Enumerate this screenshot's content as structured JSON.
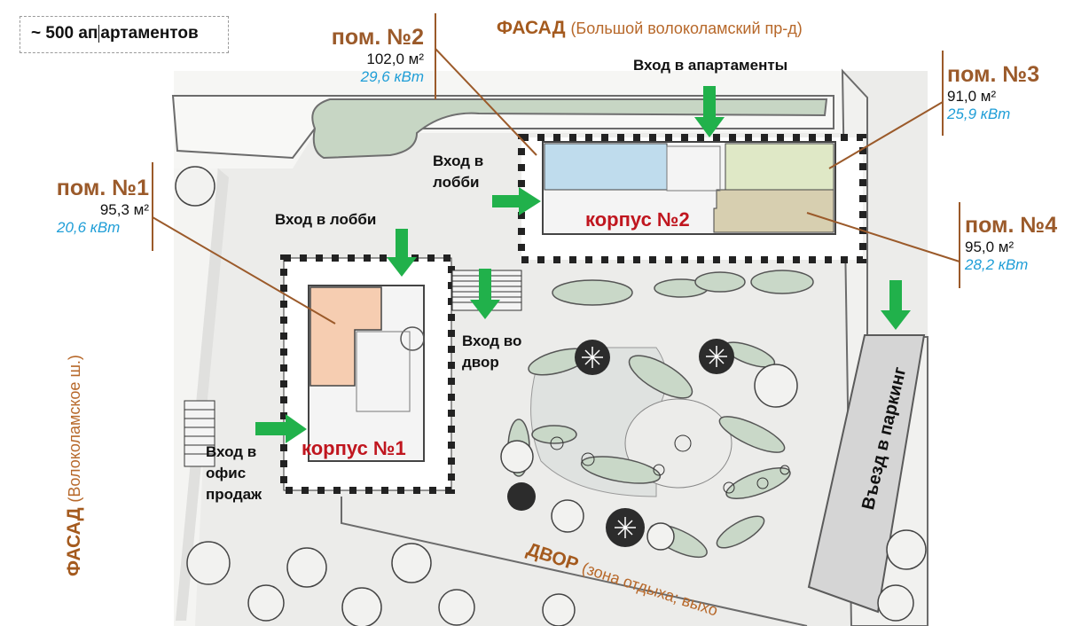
{
  "annotation_box": {
    "text_before": "~ 500 ап",
    "text_after": "артаментов"
  },
  "facade_top": {
    "title": "ФАСАД",
    "subtitle": "(Большой волоколамский пр-д)"
  },
  "facade_left": {
    "title": "ФАСАД",
    "subtitle": "(Волоколамское ш.)"
  },
  "yard": {
    "title": "ДВОР",
    "subtitle": "(зона отдыха; выхо"
  },
  "rooms": [
    {
      "title": "пом. №1",
      "area": "95,3 м²",
      "power": "20,6 кВт"
    },
    {
      "title": "пом. №2",
      "area": "102,0 м²",
      "power": "29,6 кВт"
    },
    {
      "title": "пом. №3",
      "area": "91,0 м²",
      "power": "25,9 кВт"
    },
    {
      "title": "пом. №4",
      "area": "95,0 м²",
      "power": "28,2 кВт"
    }
  ],
  "entrances": {
    "apartments": "Вход в апартаменты",
    "lobby_2": "Вход в лобби",
    "lobby_1": "Вход в лобби",
    "yard": "Вход во двор",
    "sales_office": "Вход в офис продаж"
  },
  "buildings": {
    "building_1": "корпус №1",
    "building_2": "корпус №2"
  },
  "parking": "Въезд в паркинг",
  "colors": {
    "brown": "#9b5a2a",
    "blue": "#1f9ed7",
    "red": "#c0161f",
    "arrow_green": "#21b14b",
    "shrub": "#c9d8c8",
    "room_1": "#f6cdb1",
    "room_2": "#bfdced",
    "room_3": "#dfe8c6",
    "room_4": "#d7cfb0"
  }
}
